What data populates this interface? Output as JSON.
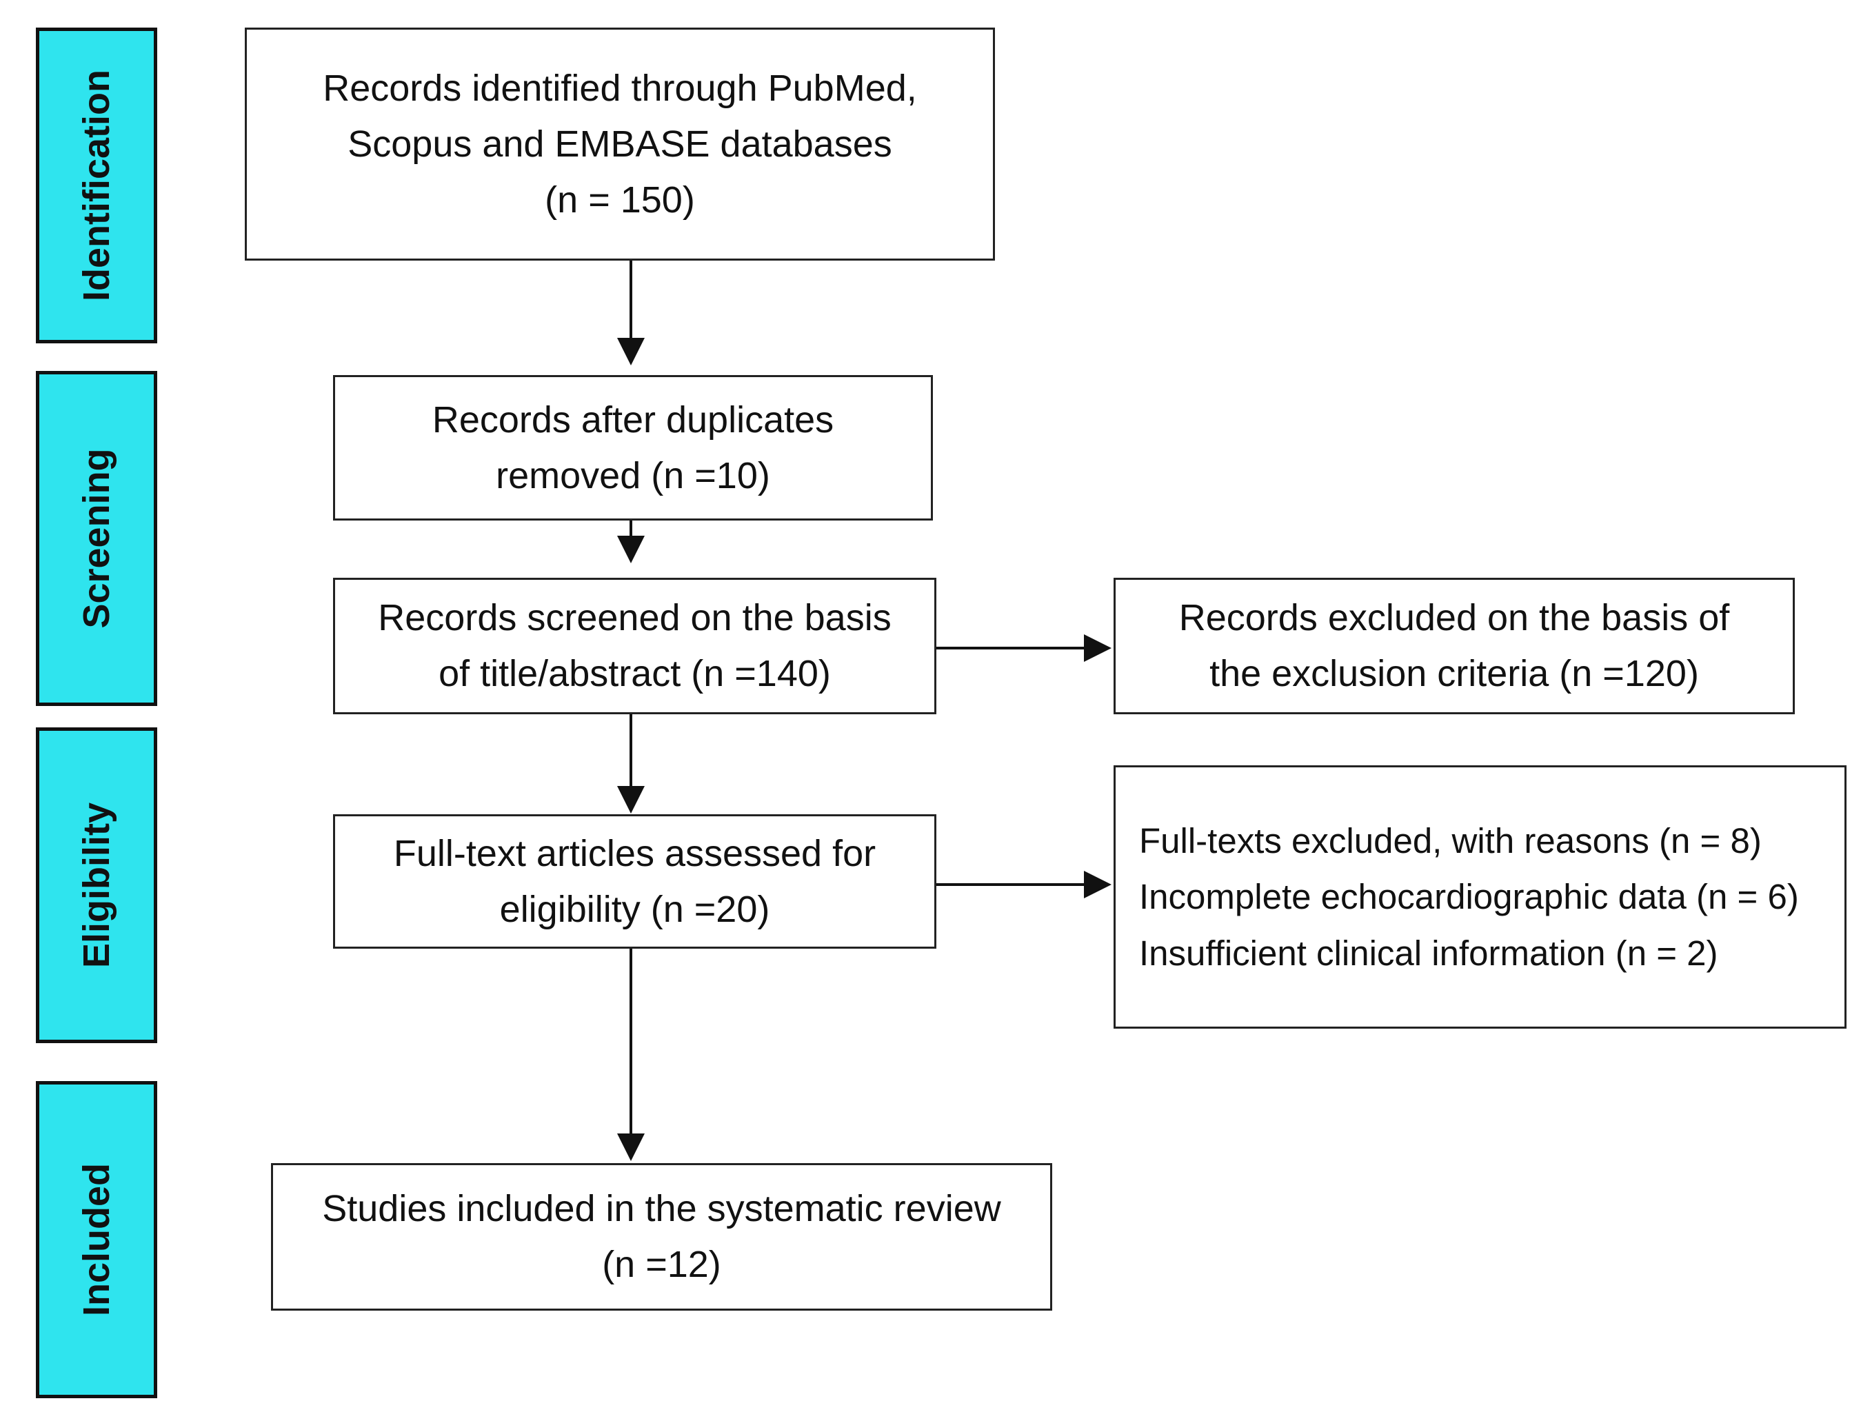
{
  "stages": [
    {
      "label": "Identification"
    },
    {
      "label": "Screening"
    },
    {
      "label": "Eligibility"
    },
    {
      "label": "Included"
    }
  ],
  "boxes": {
    "identified": {
      "lines": [
        "Records identified through PubMed,",
        "Scopus  and EMBASE databases",
        "(n = 150)"
      ]
    },
    "duplicates": {
      "lines": [
        "Records after duplicates",
        "removed (n =10)"
      ]
    },
    "screened": {
      "lines": [
        "Records screened on the basis",
        "of title/abstract (n =140)"
      ]
    },
    "excluded": {
      "lines": [
        "Records excluded on the basis of",
        "the exclusion criteria (n =120)"
      ]
    },
    "fulltext": {
      "lines": [
        "Full-text articles assessed for",
        "eligibility (n =20)"
      ]
    },
    "fulltext_excluded": {
      "lines": [
        "Full-texts excluded, with reasons (n = 8)",
        "Incomplete echocardiographic data (n = 6)",
        "Insufficient clinical information (n = 2)"
      ]
    },
    "included": {
      "lines": [
        "Studies included in the systematic review",
        "(n =12)"
      ]
    }
  },
  "colors": {
    "stage_fill": "#2fe4ee",
    "stroke": "#111111"
  }
}
